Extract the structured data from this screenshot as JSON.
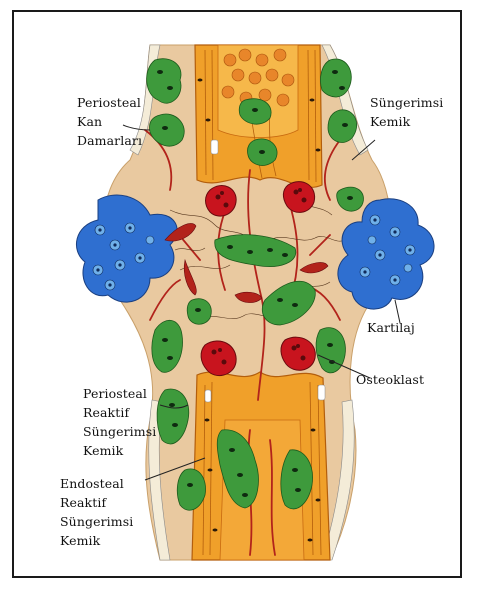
{
  "labels": {
    "periosteal_vessels": "Periosteal\nKan\nDamarları",
    "callus_top_right": "Süngerimsi\nKemik",
    "cartilage": "Kartilaj",
    "osteoclast": "Osteoklast",
    "periosteal_reactive": "Periosteal\nReaktif\nSüngerimsi\nKemik",
    "endosteal_reactive": "Endosteal\nReaktif\nSüngerimsi\nKemik"
  },
  "colors": {
    "bone_orange": "#f0a02a",
    "bone_dark": "#c86a10",
    "callus_tan": "#e9c9a0",
    "osteoblast_green": "#3e9a3c",
    "cartilage_blue": "#2f6fd0",
    "osteoclast_red": "#c8141e",
    "vessel_red": "#b2231b"
  }
}
